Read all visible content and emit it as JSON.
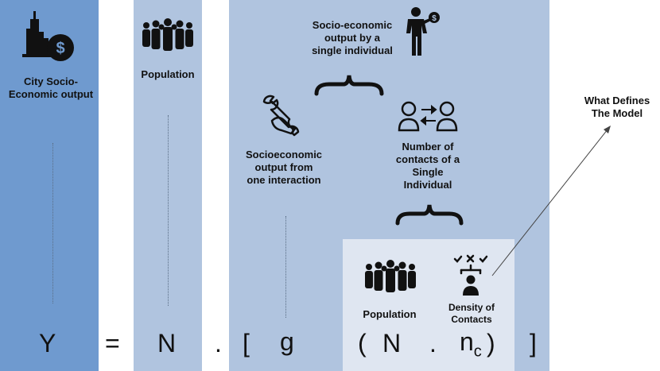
{
  "labels": {
    "city_output": "City Socio-\nEconomic output",
    "population_top": "Population",
    "single_output": "Socio-economic\noutput by a\nsingle individual",
    "interaction_output": "Socioeconomic\noutput from\none interaction",
    "contacts": "Number of\ncontacts of  a\nSingle\nIndividual",
    "population_inner": "Population",
    "density": "Density of\nContacts",
    "defines_model": "What Defines\nThe Model"
  },
  "equation": {
    "y": "Y",
    "equals": "=",
    "n1": "N",
    "dot1": ".",
    "open_bracket": "[",
    "g": "g",
    "open_paren": "(",
    "n2": "N",
    "dot2": ".",
    "nc": "n",
    "nc_sub": "c",
    "close_paren": ")",
    "close_bracket": "]"
  },
  "colors": {
    "panel_dark": "#6f9acf",
    "panel_mid": "#b0c4df",
    "panel_light": "#dfe6f1"
  },
  "icons": [
    "city-dollar-icon",
    "crowd-icon",
    "businessman-dollar-icon",
    "wrench-hand-icon",
    "contact-exchange-icon",
    "density-icon"
  ]
}
